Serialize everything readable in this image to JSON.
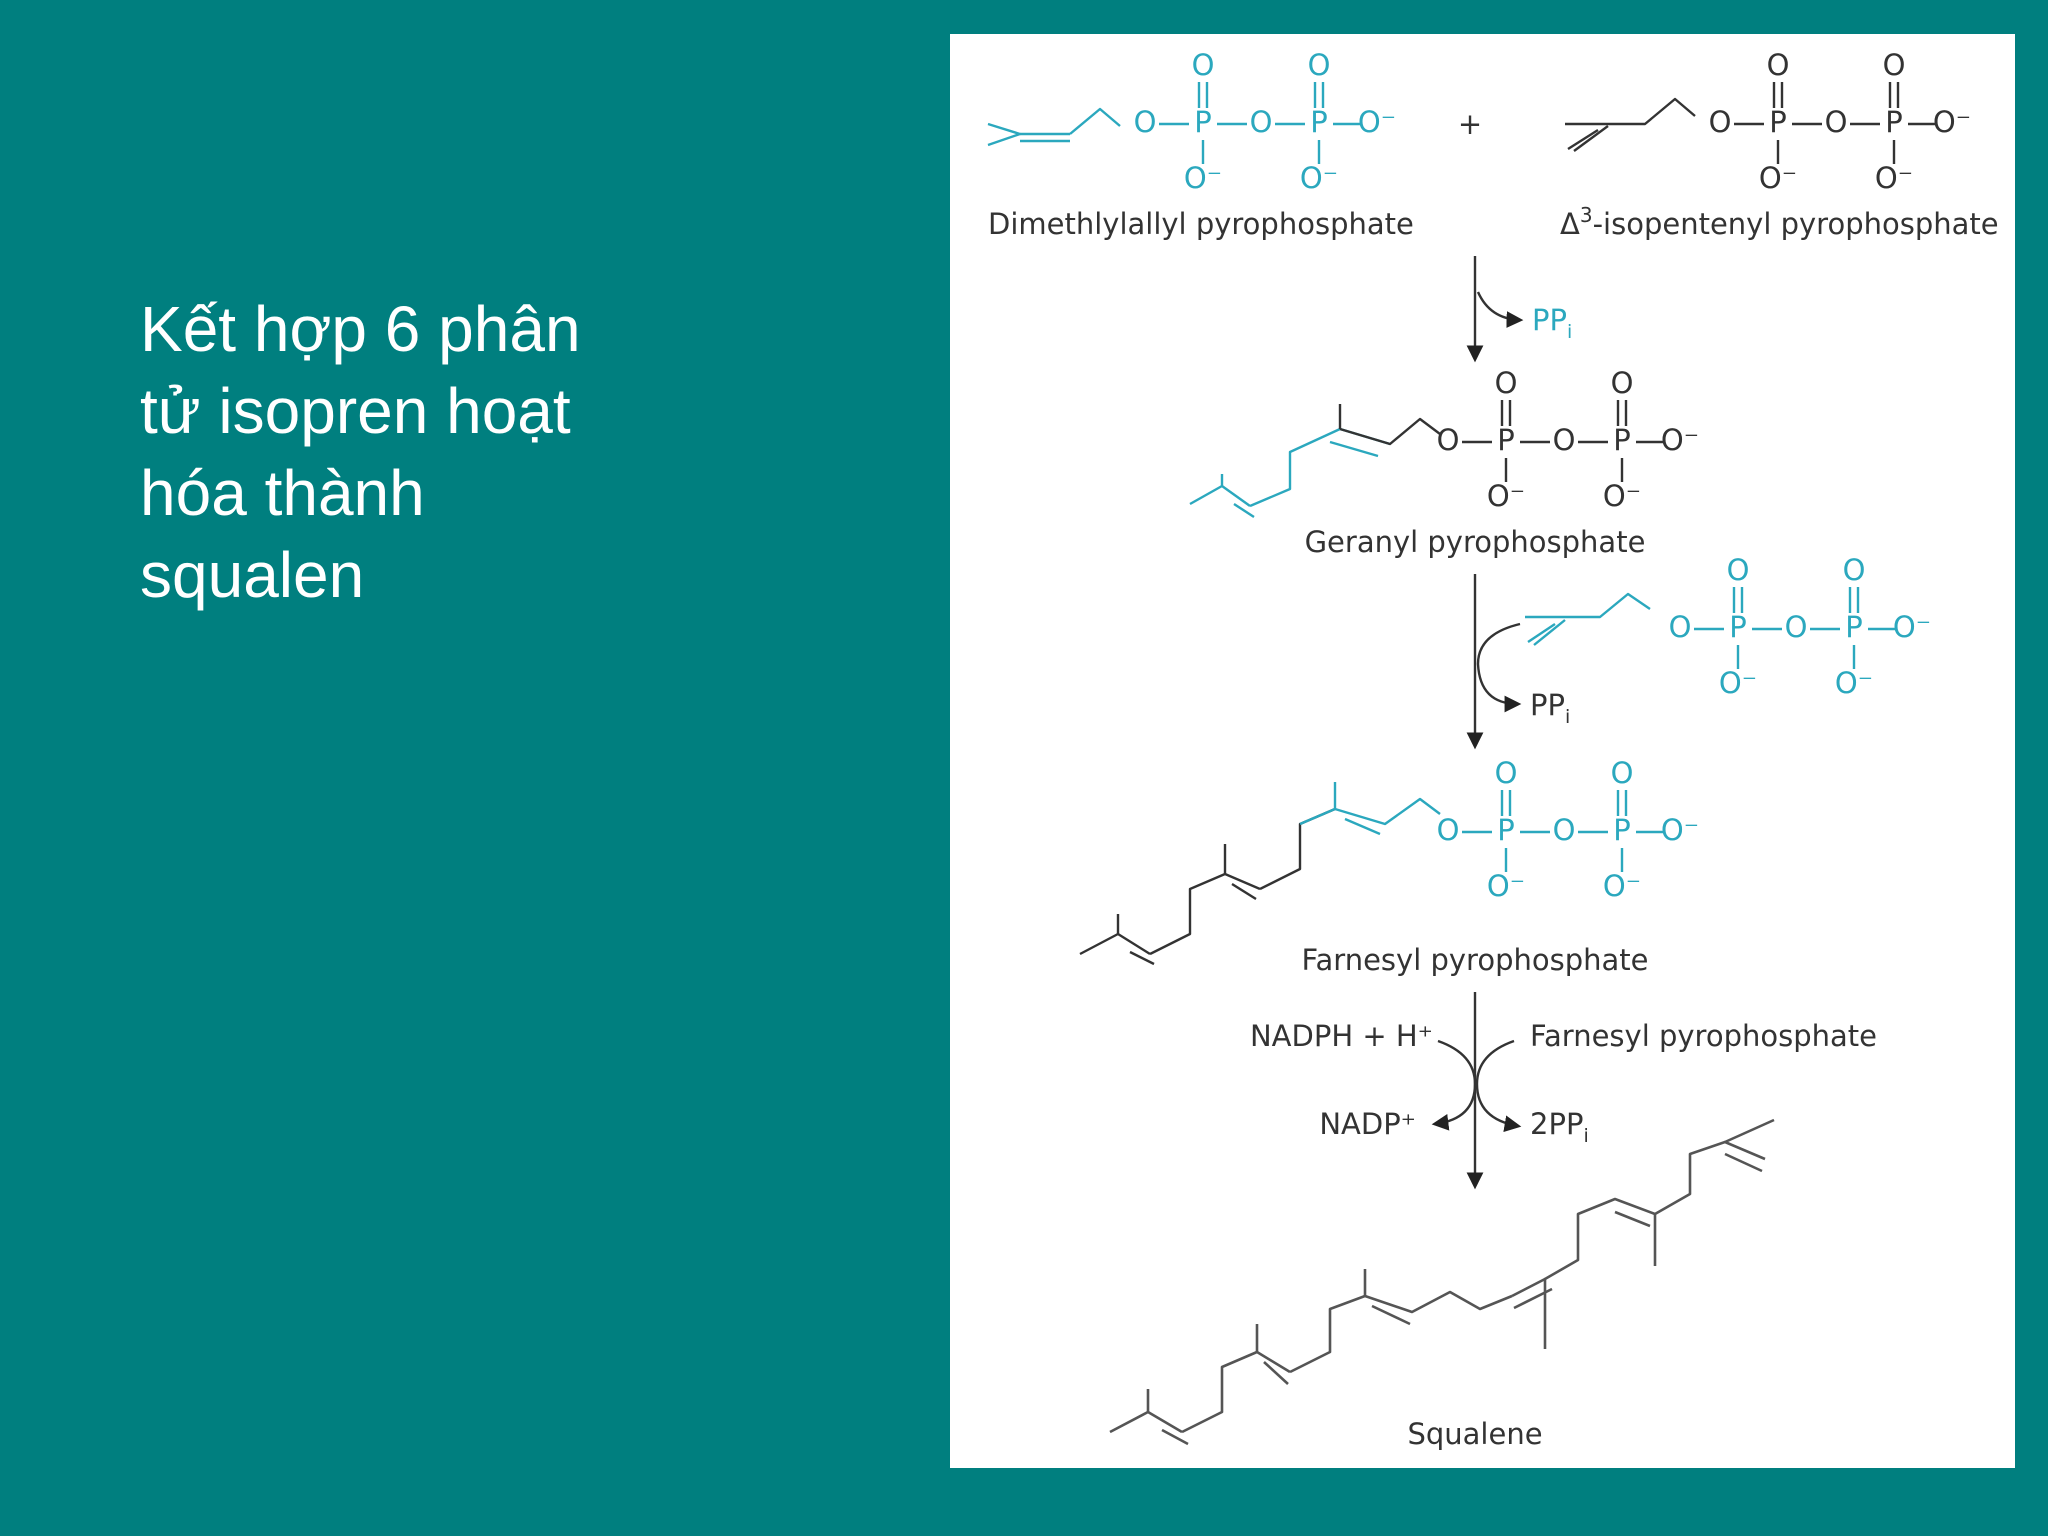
{
  "slide": {
    "title_lines": [
      "Kết hợp 6 phân",
      "tử isopren hoạt",
      "hóa thành",
      "squalen"
    ],
    "background_color": "#007f7f",
    "accent_color": "#2ba8be"
  },
  "figure": {
    "labels": {
      "dmapp": "Dimethlylallyl pyrophosphate",
      "ipp_delta": "Δ",
      "ipp_sup": "3",
      "ipp_rest": "-isopentenyl pyrophosphate",
      "geranyl": "Geranyl pyrophosphate",
      "farnesyl": "Farnesyl pyrophosphate",
      "squalene": "Squalene"
    },
    "plus": "+",
    "ppi_main": "PP",
    "ppi_sub": "i",
    "two_ppi_main": "2PP",
    "nadph": "NADPH + H⁺",
    "nadp": "NADP⁺",
    "farnesyl_reactant": "Farnesyl pyrophosphate",
    "atoms": {
      "o": "O",
      "p": "P",
      "o_minus": "O⁻",
      "dash": "–"
    }
  }
}
